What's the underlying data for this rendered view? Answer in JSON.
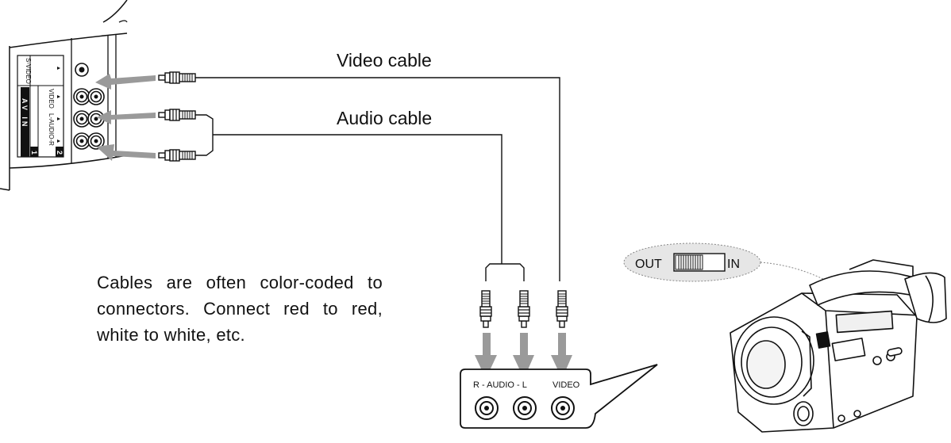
{
  "labels": {
    "video_cable": "Video cable",
    "audio_cable": "Audio cable",
    "note": "Cables are often color-coded to connectors. Connect red to red, white to white, etc."
  },
  "tv_panel": {
    "svideo": "S-VIDEO",
    "video": "VIDEO",
    "audio": "L-AUDIO-R",
    "av_in": "AV IN",
    "input_1": "1",
    "input_2": "2"
  },
  "camcorder_panel": {
    "audio": "R - AUDIO - L",
    "video": "VIDEO"
  },
  "switch": {
    "out": "OUT",
    "in": "IN"
  },
  "colors": {
    "line": "#111111",
    "arrow": "#9a9a9a",
    "bubble": "#e6e6e6"
  }
}
